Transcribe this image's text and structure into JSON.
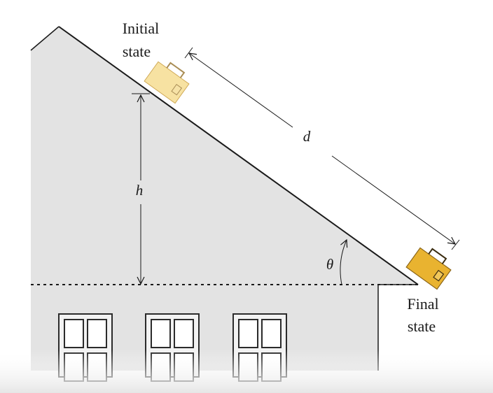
{
  "labels": {
    "initial_line1": "Initial",
    "initial_line2": "state",
    "final_line1": "Final",
    "final_line2": "state",
    "distance": "d",
    "height": "h",
    "angle": "θ"
  },
  "colors": {
    "background": "#ffffff",
    "roof_fill": "#e3e3e3",
    "outline": "#1a1a1a",
    "initial_box": "#f3d98b",
    "final_box": "#e9b330",
    "bottom_fade": "#ececec"
  }
}
